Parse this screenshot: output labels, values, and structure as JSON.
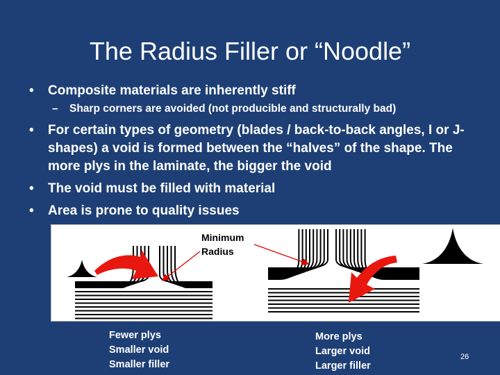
{
  "slide": {
    "title": "The Radius Filler or “Noodle”",
    "bullets": [
      {
        "text": "Composite materials are inherently stiff"
      },
      {
        "text": "For certain types of geometry (blades / back-to-back angles, I or J-shapes) a void is formed between the “halves” of the shape. The more plys in the laminate, the bigger the void"
      },
      {
        "text": "The void must be filled with material"
      },
      {
        "text": "Area is prone to quality issues"
      }
    ],
    "sub_bullets": [
      {
        "text": "Sharp corners are avoided (not producible and structurally bad)"
      }
    ],
    "bullet_symbol": "•",
    "sub_symbol": "–",
    "page_number": "26"
  },
  "figure": {
    "callout_line1": "Minimum",
    "callout_line2": "Radius",
    "left_caption": [
      "Fewer plys",
      "Smaller void",
      "Smaller filler"
    ],
    "right_caption": [
      "More plys",
      "Larger void",
      "Larger filler"
    ],
    "arrow_color": "#e8170f"
  }
}
